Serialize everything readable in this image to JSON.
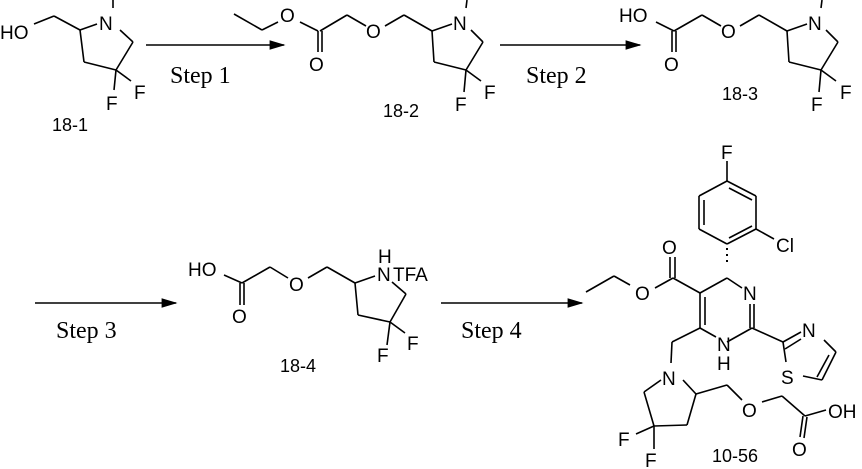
{
  "diagram": {
    "type": "reaction-scheme",
    "compounds": [
      {
        "id": "18-1",
        "label": "18-1",
        "atoms": [
          "HO",
          "N",
          "F",
          "F"
        ]
      },
      {
        "id": "18-2",
        "label": "18-2",
        "atoms": [
          "O",
          "O",
          "O",
          "N",
          "F",
          "F"
        ]
      },
      {
        "id": "18-3",
        "label": "18-3",
        "atoms": [
          "HO",
          "O",
          "O",
          "N",
          "F",
          "F"
        ]
      },
      {
        "id": "18-4",
        "label": "18-4",
        "atoms": [
          "HO",
          "O",
          "O",
          "H",
          "N",
          "TFA",
          "F",
          "F"
        ]
      },
      {
        "id": "10-56",
        "label": "10-56",
        "atoms": [
          "F",
          "Cl",
          "O",
          "O",
          "N",
          "N",
          "H",
          "N",
          "S",
          "N",
          "O",
          "OH",
          "O",
          "F",
          "F"
        ]
      }
    ],
    "steps": [
      {
        "label": "Step 1",
        "from": "18-1",
        "to": "18-2"
      },
      {
        "label": "Step 2",
        "from": "18-2",
        "to": "18-3"
      },
      {
        "label": "Step 3",
        "from": "18-3",
        "to": "18-4"
      },
      {
        "label": "Step 4",
        "from": "18-4",
        "to": "10-56"
      }
    ]
  }
}
